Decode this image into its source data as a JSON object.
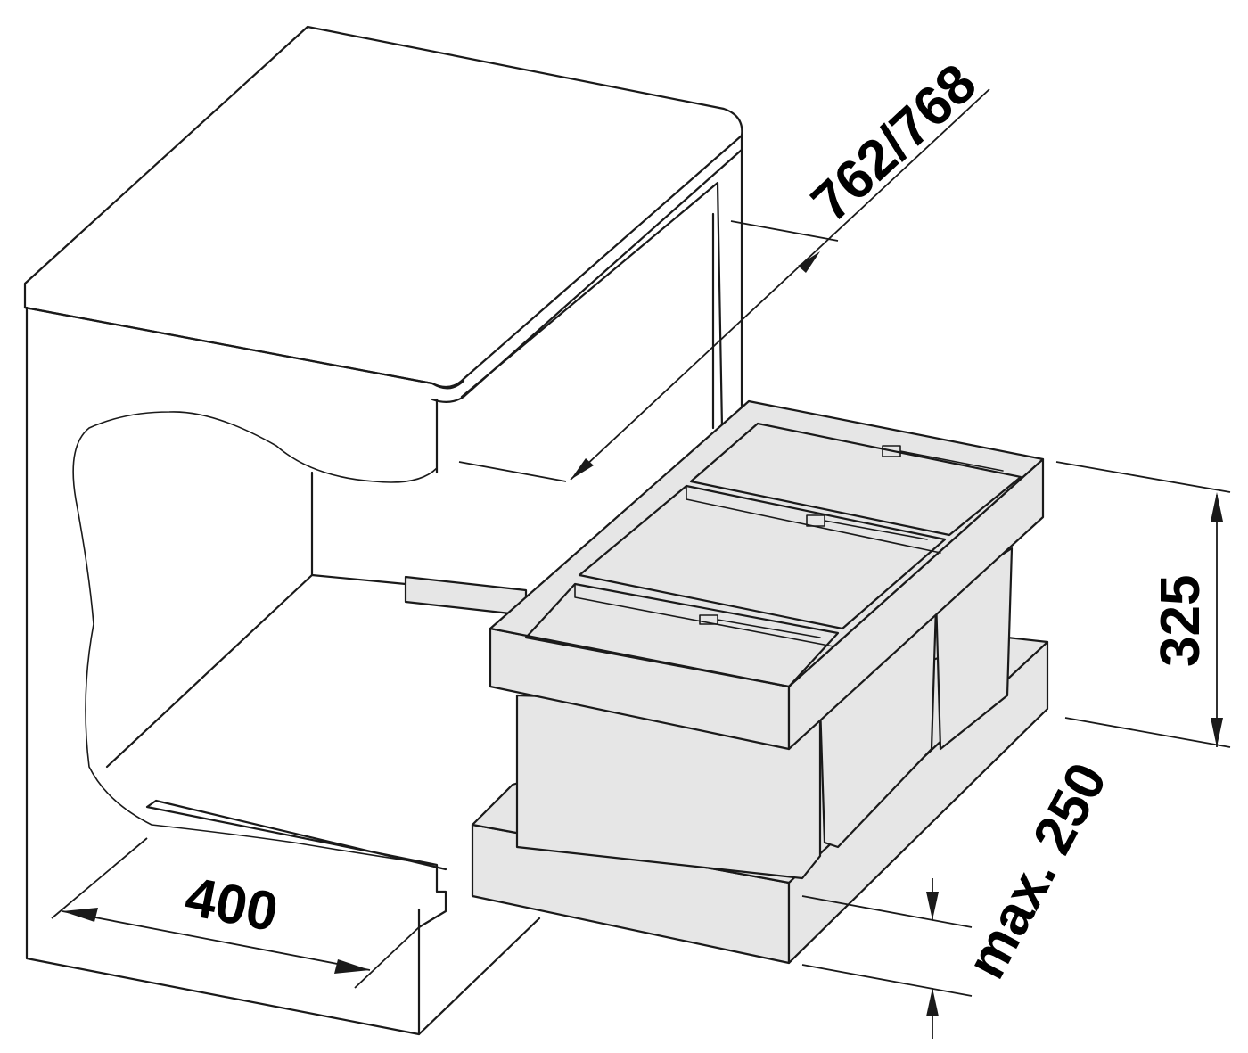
{
  "dimensions": {
    "depth_label": "762/768",
    "height_label": "325",
    "width_label": "400",
    "min_height_label": "max. 250"
  },
  "colors": {
    "fill": "#e6e6e6",
    "stroke": "#1a1a1a",
    "background": "#ffffff"
  }
}
